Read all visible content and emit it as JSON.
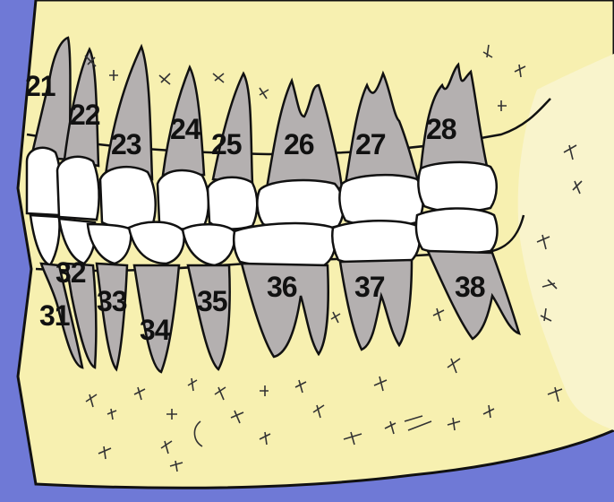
{
  "colors": {
    "background": "#6f79d6",
    "bone": "#f7f0b0",
    "root": "#b4b0b0",
    "crown": "#ffffff",
    "outline": "#111111"
  },
  "upper_teeth": [
    {
      "id": "21",
      "label": "21"
    },
    {
      "id": "22",
      "label": "22"
    },
    {
      "id": "23",
      "label": "23"
    },
    {
      "id": "24",
      "label": "24"
    },
    {
      "id": "25",
      "label": "25"
    },
    {
      "id": "26",
      "label": "26"
    },
    {
      "id": "27",
      "label": "27"
    },
    {
      "id": "28",
      "label": "28"
    }
  ],
  "lower_teeth": [
    {
      "id": "31",
      "label": "31"
    },
    {
      "id": "32",
      "label": "32"
    },
    {
      "id": "33",
      "label": "33"
    },
    {
      "id": "34",
      "label": "34"
    },
    {
      "id": "35",
      "label": "35"
    },
    {
      "id": "36",
      "label": "36"
    },
    {
      "id": "37",
      "label": "37"
    },
    {
      "id": "38",
      "label": "38"
    }
  ]
}
